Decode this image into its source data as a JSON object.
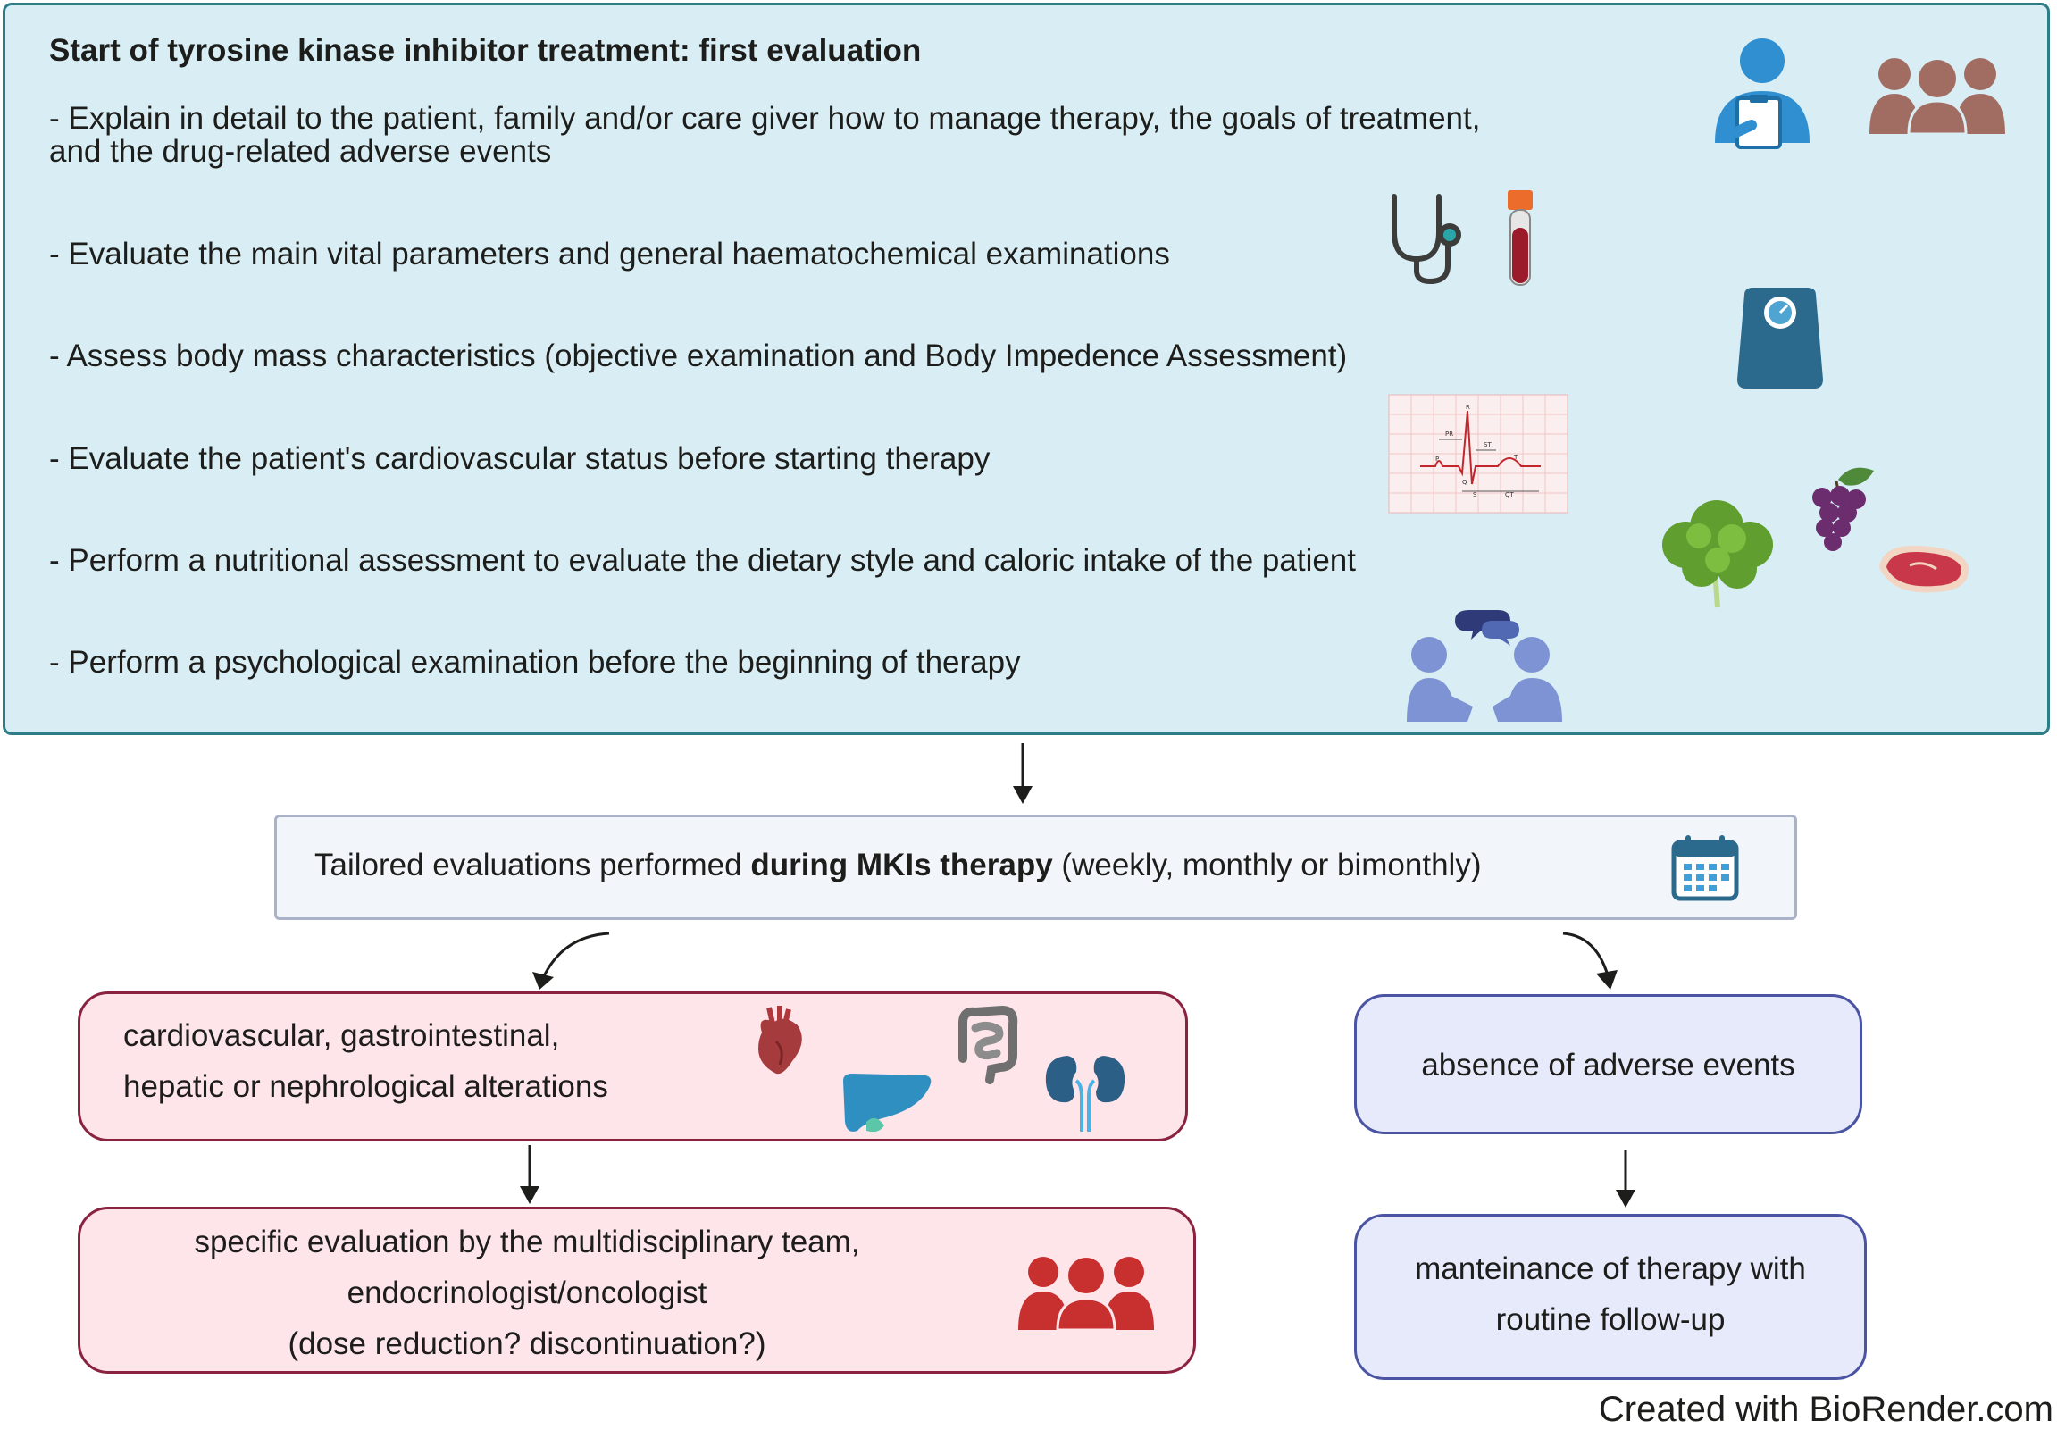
{
  "first_evaluation": {
    "title": "Start of tyrosine kinase inhibitor treatment: first evaluation",
    "items": [
      {
        "line1": "- Explain in detail to the patient, family and/or care giver how to manage therapy, the goals of treatment,",
        "line2": "and the drug-related adverse events"
      },
      {
        "line1": "- Evaluate the main vital parameters and general haematochemical examinations"
      },
      {
        "line1": "- Assess  body mass characteristics (objective examination and Body Impedence Assessment)"
      },
      {
        "line1": "- Evaluate the patient's cardiovascular status before starting therapy"
      },
      {
        "line1": "- Perform a nutritional assessment to evaluate the dietary style and caloric intake of the patient"
      },
      {
        "line1": "- Perform a psychological examination before the beginning of therapy"
      }
    ],
    "ecg_labels": {
      "r": "R",
      "p": "P",
      "pr": "PR",
      "st": "ST",
      "t": "T",
      "q": "Q",
      "s": "S",
      "qt": "QT"
    }
  },
  "during_therapy": {
    "text_before": "Tailored evaluations performed ",
    "text_bold": "during MKIs therapy",
    "text_after": " (weekly, monthly or bimonthly)"
  },
  "adverse_branch": {
    "alterations_line1": "cardiovascular, gastrointestinal,",
    "alterations_line2": "hepatic or nephrological alterations",
    "evaluation_line1": "specific evaluation by the multidisciplinary team,",
    "evaluation_line2": "endocrinologist/oncologist",
    "evaluation_line3": "(dose reduction? discontinuation?)"
  },
  "no_adverse_branch": {
    "absence_text": "absence of adverse events",
    "maintenance_line1": "manteinance of therapy with",
    "maintenance_line2": "routine follow-up"
  },
  "credit": "Created with BioRender.com",
  "colors": {
    "top_fill": "#d8eef4",
    "top_border": "#2d7d86",
    "red_fill": "#fde5ea",
    "red_border": "#8a2340",
    "blue_fill": "#e7eafa",
    "blue_border": "#4a54a3"
  }
}
